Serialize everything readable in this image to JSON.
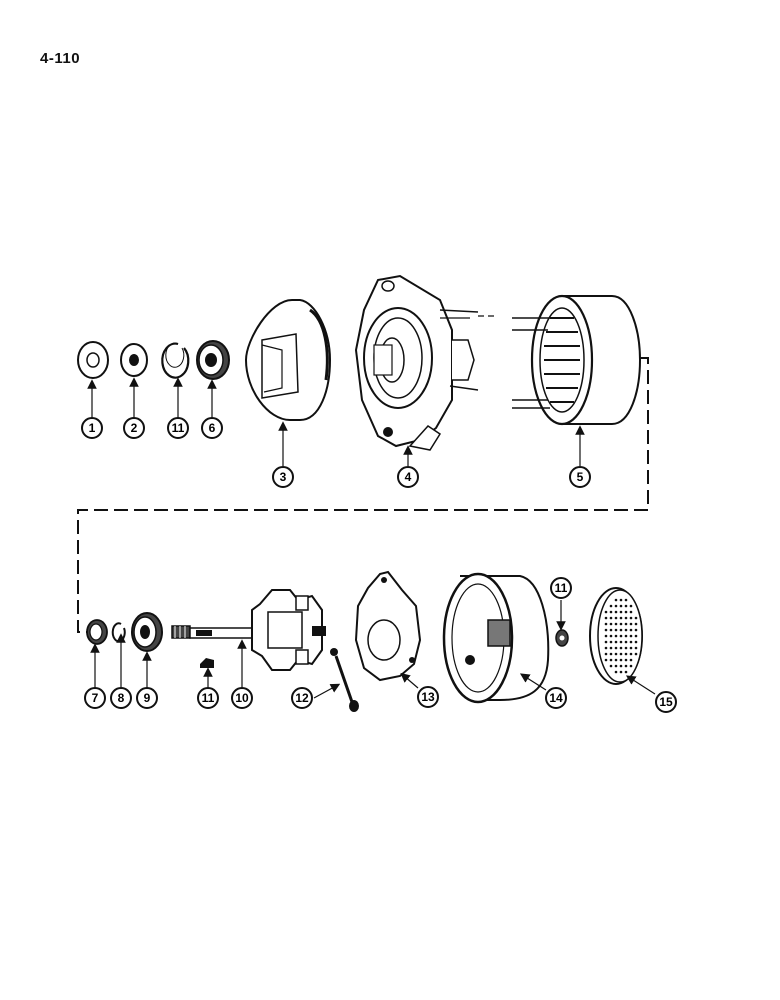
{
  "page": {
    "number": "4-110"
  },
  "callouts": [
    {
      "id": "c1",
      "label": "1"
    },
    {
      "id": "c2",
      "label": "2"
    },
    {
      "id": "c11a",
      "label": "11"
    },
    {
      "id": "c6",
      "label": "6"
    },
    {
      "id": "c3",
      "label": "3"
    },
    {
      "id": "c4",
      "label": "4"
    },
    {
      "id": "c5",
      "label": "5"
    },
    {
      "id": "c7",
      "label": "7"
    },
    {
      "id": "c8",
      "label": "8"
    },
    {
      "id": "c9",
      "label": "9"
    },
    {
      "id": "c11b",
      "label": "11"
    },
    {
      "id": "c10",
      "label": "10"
    },
    {
      "id": "c12",
      "label": "12"
    },
    {
      "id": "c13",
      "label": "13"
    },
    {
      "id": "c14",
      "label": "14"
    },
    {
      "id": "c11c",
      "label": "11"
    },
    {
      "id": "c15",
      "label": "15"
    }
  ]
}
